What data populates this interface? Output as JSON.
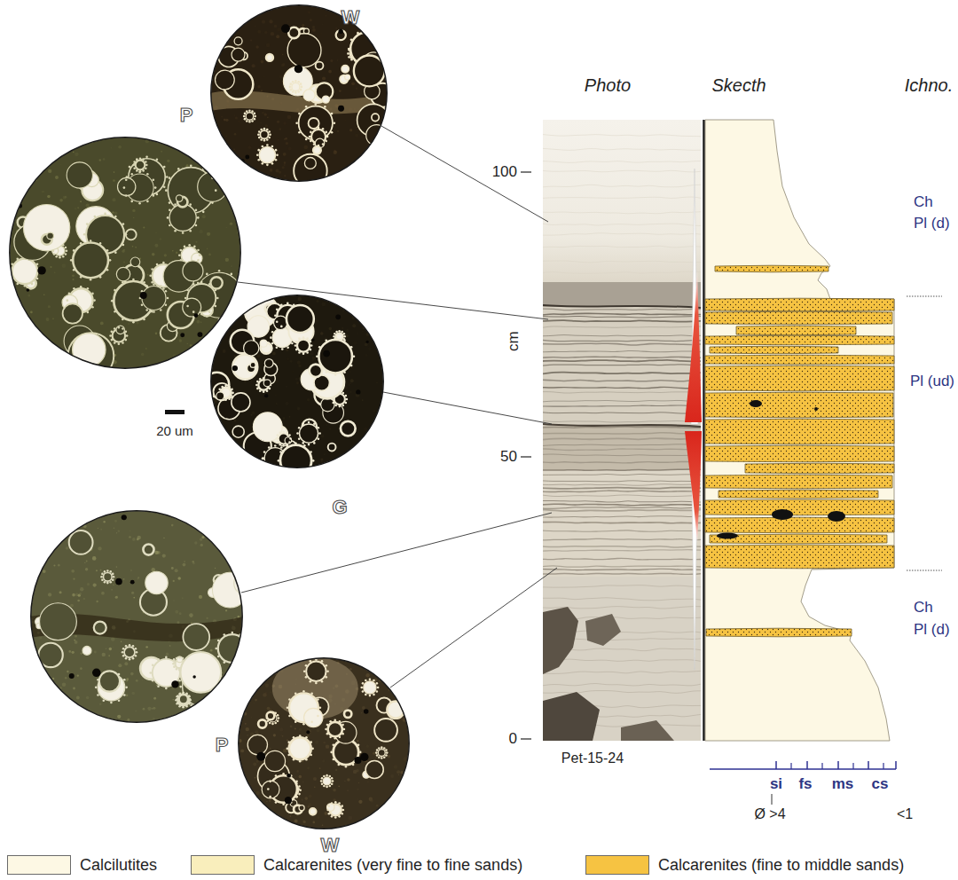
{
  "diagram": {
    "nodes": [
      {
        "text": [
          "W"
        ]
      },
      {
        "text": [
          "P"
        ]
      },
      {
        "text": [
          "G"
        ]
      },
      {
        "text": [
          "P"
        ]
      },
      {
        "text": [
          "W"
        ]
      }
    ],
    "labels": [
      "Photo",
      "Skecth",
      "Ichno.",
      "100",
      "50",
      "0",
      "cm",
      "20 um",
      "Pet-15-24",
      "Ch",
      "Pl (d)",
      "Pl (ud)",
      "Ch",
      "Pl (d)",
      "si",
      "fs",
      "ms",
      "cs",
      "Ø >4",
      "<1"
    ],
    "legend": [
      {
        "text": "Calcilutites",
        "color": "#fdf8e4"
      },
      {
        "text": "Calcarenites (very fine to fine sands)",
        "color": "#f9eebc"
      },
      {
        "text": "Calcarenites (fine to middle sands)",
        "color": "#f6c342"
      }
    ]
  }
}
